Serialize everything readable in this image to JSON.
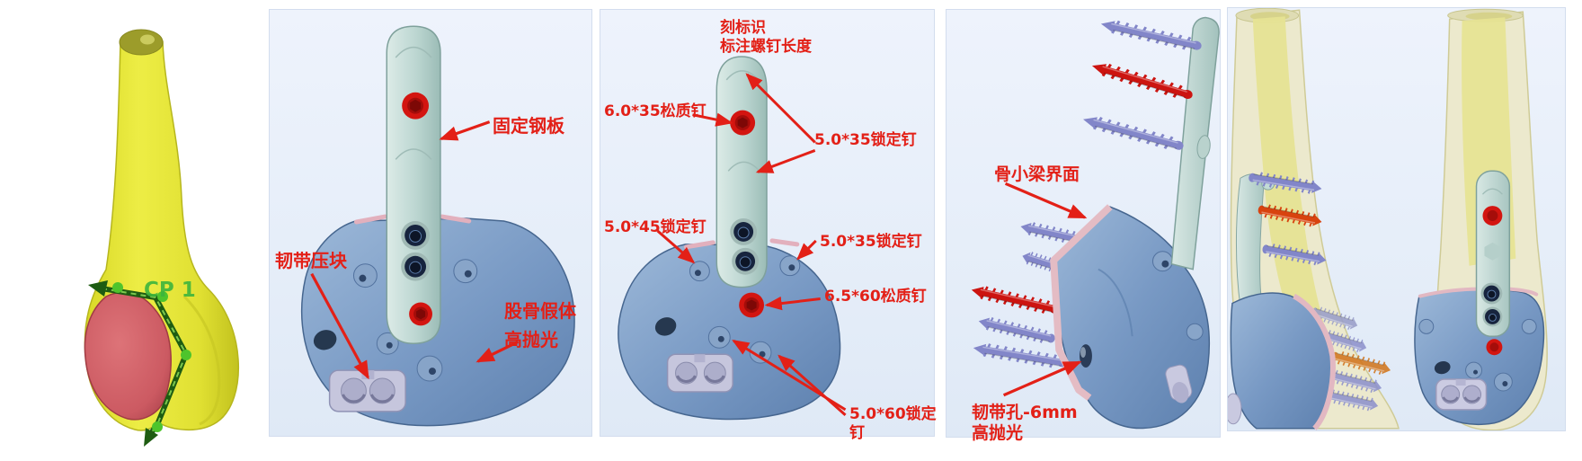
{
  "figure": {
    "panel1": {
      "name": "bone segmentation view",
      "cut_plane_label": "CP 1"
    },
    "panel2": {
      "name": "prosthesis front annotated view",
      "plate_label": "固定钢板",
      "ligament_block_label": "韧带压块",
      "prosthesis_label_line1": "股骨假体",
      "prosthesis_label_line2": "高抛光"
    },
    "panel3": {
      "name": "screw specification view",
      "mark_label_line1": "刻标识",
      "mark_label_line2": "标注螺钉长度",
      "cancellous_6035_label": "6.0*35松质钉",
      "locking_5035_top_label": "5.0*35锁定钉",
      "locking_5045_label": "5.0*45锁定钉",
      "locking_5035_side_label": "5.0*35锁定钉",
      "cancellous_6560_label": "6.5*60松质钉",
      "locking_5060_label_line1": "5.0*60锁定",
      "locking_5060_label_line2": "钉"
    },
    "panel4": {
      "name": "side view with screws",
      "trabecular_label": "骨小梁界面",
      "ligament_hole_label_line1": "韧带孔-6mm",
      "ligament_hole_label_line2": "高抛光"
    },
    "panel5": {
      "name": "implanted views in bone"
    }
  },
  "colors": {
    "annotation_red": "#e32017",
    "screw_red": "#d31510",
    "screw_purple": "#8286c9",
    "screw_orange": "#d2761e",
    "prosthesis_blue": "#7b9cc6",
    "plate_teal": "#bcd6d2",
    "interface_pink": "#e2b4c0",
    "press_block_lavender": "#c6c6dd",
    "bone_yellow": "#e3e330",
    "tumor_red": "#d2606a",
    "bone_cream": "#ece9cd",
    "cut_plane_green": "#3db53d",
    "panel_background": "#e8effa"
  }
}
